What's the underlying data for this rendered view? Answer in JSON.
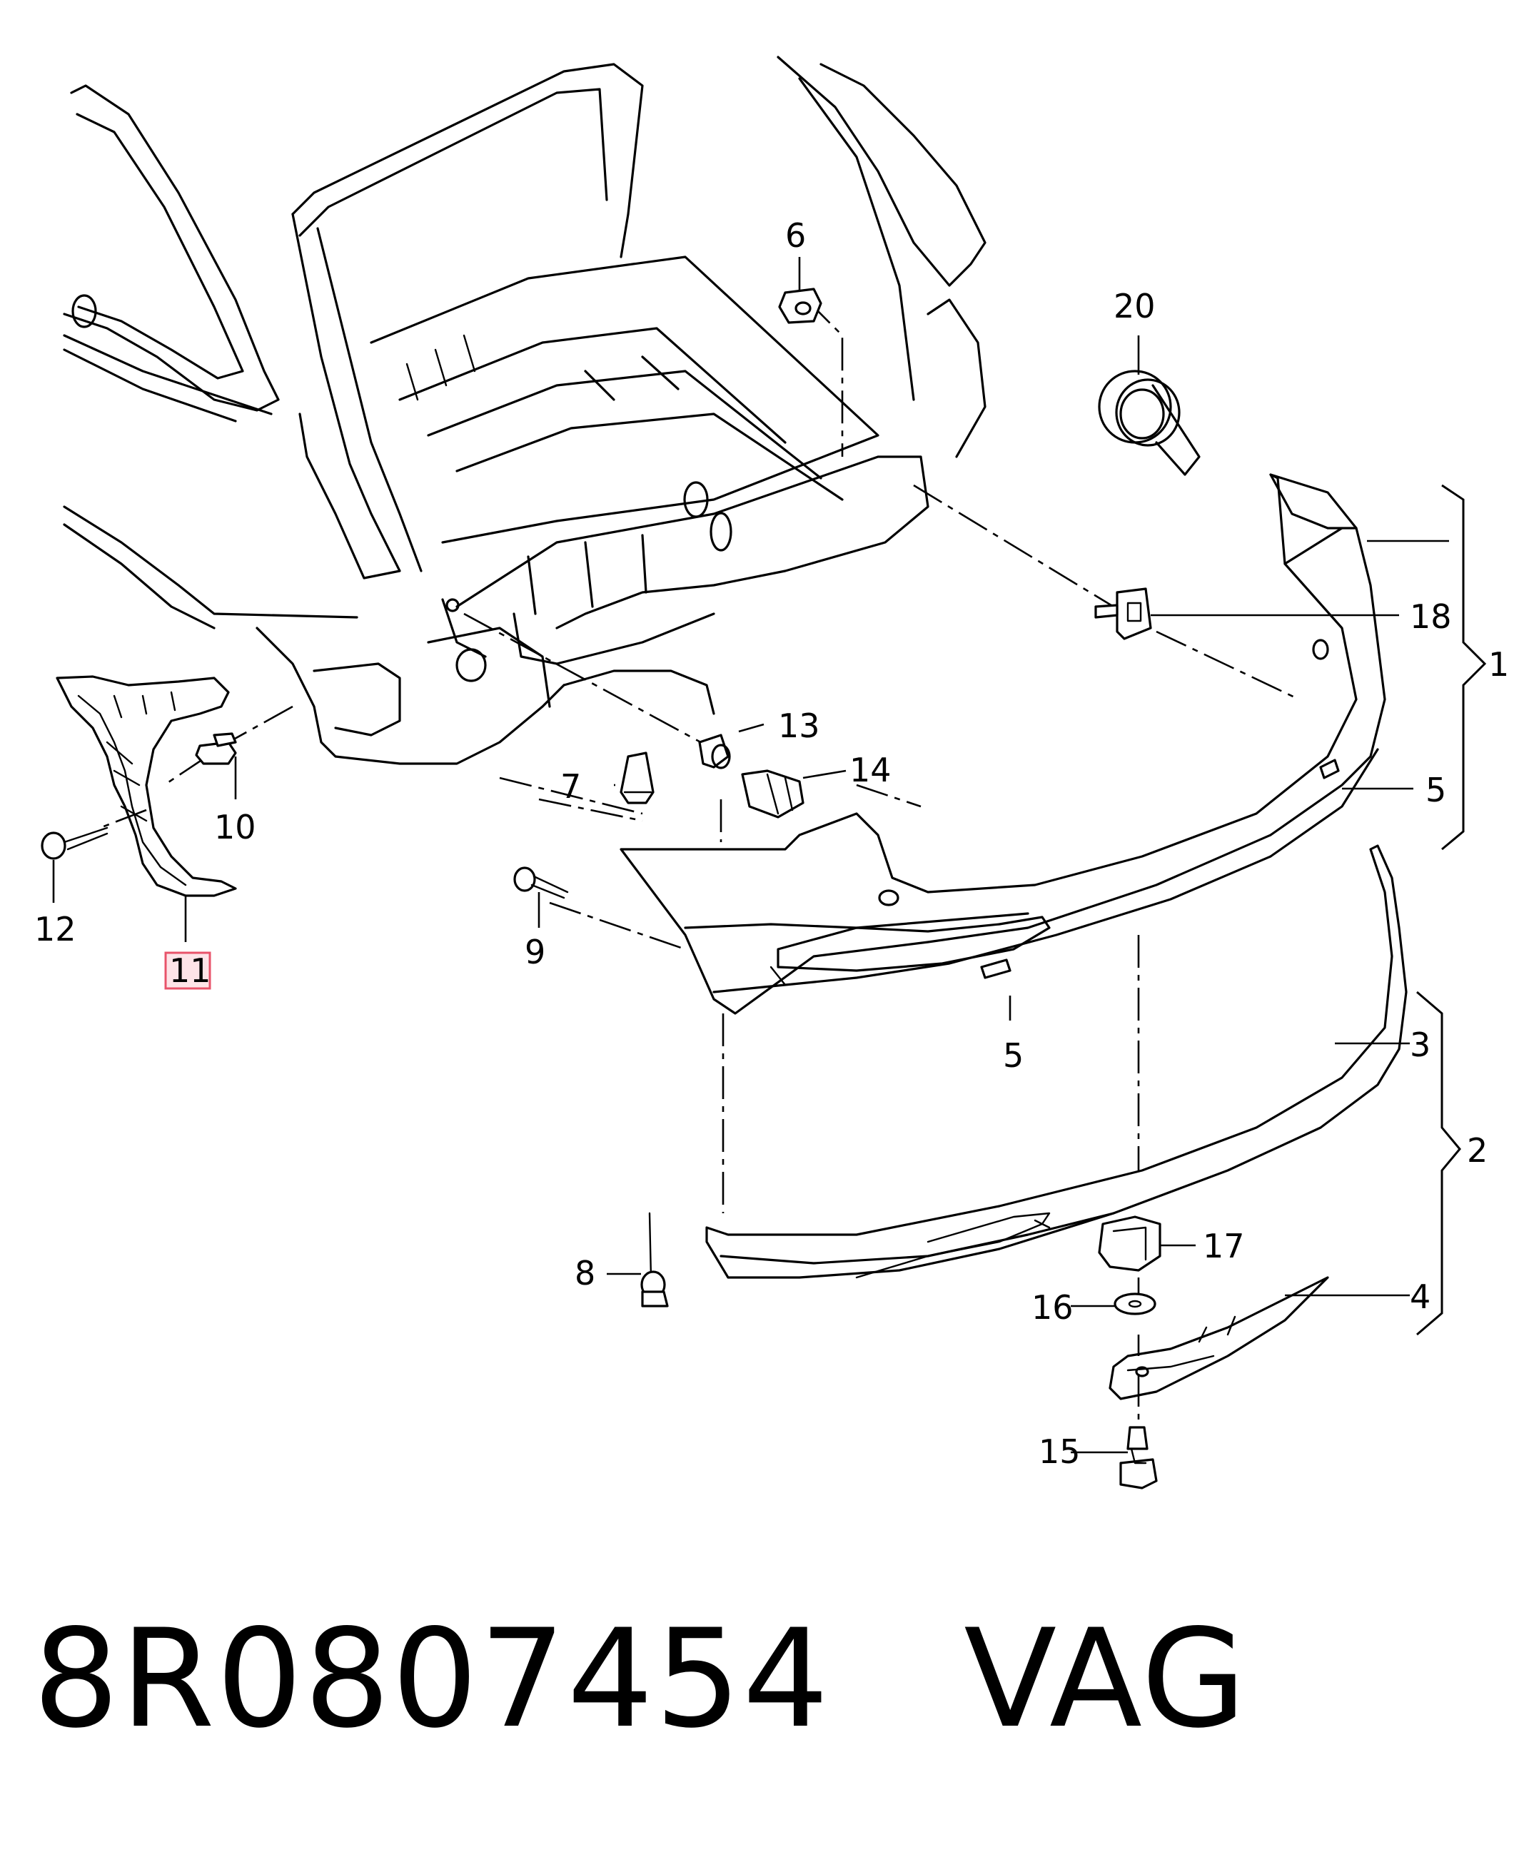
{
  "callouts": {
    "c1": "1",
    "c2": "2",
    "c3": "3",
    "c4": "4",
    "c5a": "5",
    "c5b": "5",
    "c6": "6",
    "c7": "7",
    "c8": "8",
    "c9": "9",
    "c10": "10",
    "c11": "11",
    "c12": "12",
    "c13": "13",
    "c14": "14",
    "c15": "15",
    "c16": "16",
    "c17": "17",
    "c18": "18",
    "c20": "20"
  },
  "highlighted_callout": "11",
  "footer": {
    "part_number": "8R0807454",
    "brand": "VAG",
    "text": "8R0807454   VAG"
  },
  "colors": {
    "line": "#000000",
    "highlight_fill": "#fde4e8",
    "highlight_border": "#e8536a"
  }
}
